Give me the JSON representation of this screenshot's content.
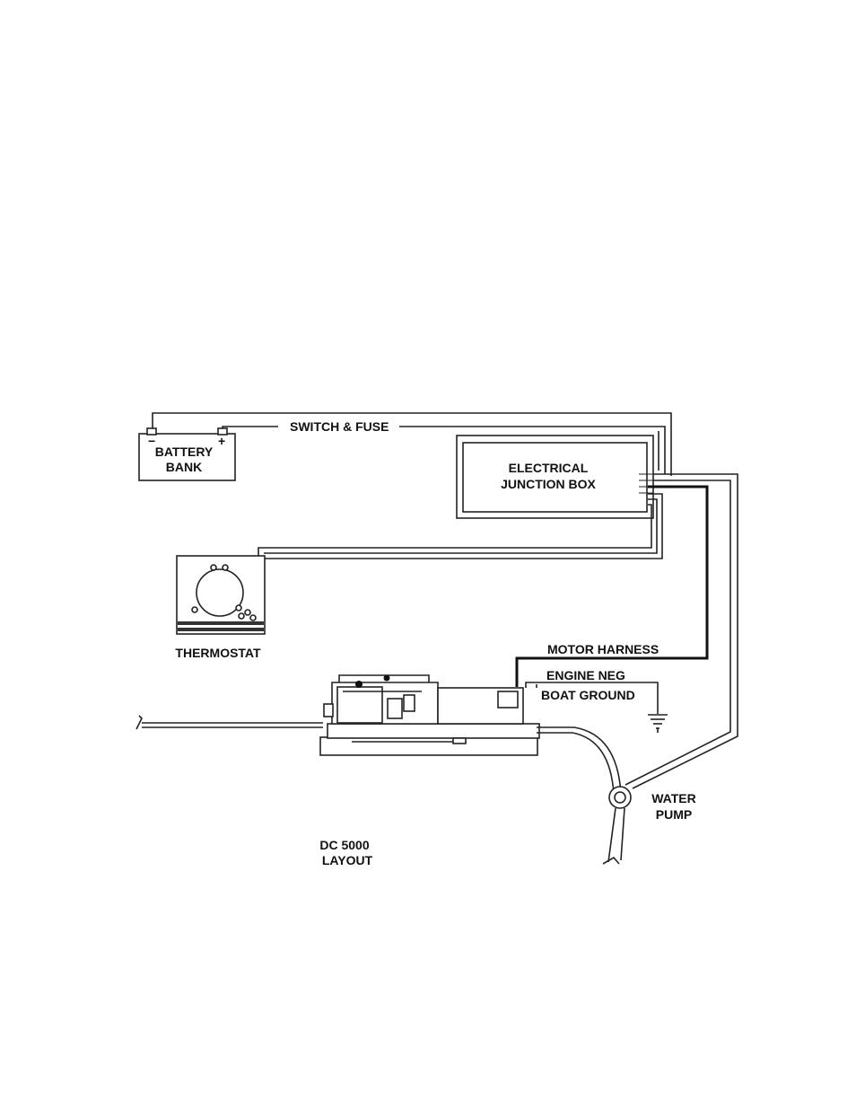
{
  "labels": {
    "switch_fuse": "SWITCH & FUSE",
    "battery_line1": "BATTERY",
    "battery_line2": "BANK",
    "battery_neg": "−",
    "battery_pos": "+",
    "junction_line1": "ELECTRICAL",
    "junction_line2": "JUNCTION BOX",
    "thermostat": "THERMOSTAT",
    "motor_harness": "MOTOR HARNESS",
    "engine_neg": "ENGINE NEG",
    "boat_ground": "BOAT GROUND",
    "water_line1": "WATER",
    "water_line2": "PUMP",
    "layout_line1": "DC 5000",
    "layout_line2": "LAYOUT"
  },
  "icons": [
    "battery-icon",
    "junction-box-icon",
    "thermostat-icon",
    "compressor-unit-icon",
    "ground-symbol-icon",
    "water-pump-icon"
  ]
}
